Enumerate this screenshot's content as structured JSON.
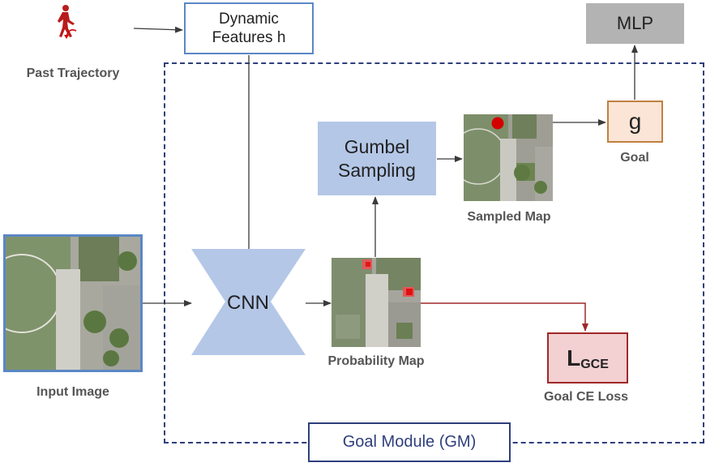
{
  "past_trajectory": {
    "label": "Past Trajectory",
    "icon": "walking-person-icon"
  },
  "dynamic_features": {
    "line1": "Dynamic",
    "line2": "Features h"
  },
  "mlp": {
    "label": "MLP"
  },
  "gumbel": {
    "line1": "Gumbel",
    "line2": "Sampling"
  },
  "sampled_map": {
    "label": "Sampled Map"
  },
  "goal": {
    "symbol": "g",
    "label": "Goal"
  },
  "input_image": {
    "label": "Input Image"
  },
  "cnn": {
    "label": "CNN"
  },
  "probability_map": {
    "label": "Probability Map"
  },
  "loss": {
    "main": "L",
    "subscript": "GCE",
    "label": "Goal CE Loss"
  },
  "goal_module": {
    "label": "Goal Module (GM)"
  },
  "colors": {
    "blue_outline": "#5b87c5",
    "box_blue_fill": "#b4c7e7",
    "mlp_gray": "#b3b3b3",
    "goal_fill": "#fbe5d6",
    "goal_border": "#bf8040",
    "loss_fill": "#f3d0d2",
    "loss_border": "#a02828",
    "module_navy": "#2e3f7c",
    "arrow_dark": "#3a3a3a",
    "loss_arrow": "#a02828",
    "sample_point": "#d40000"
  }
}
